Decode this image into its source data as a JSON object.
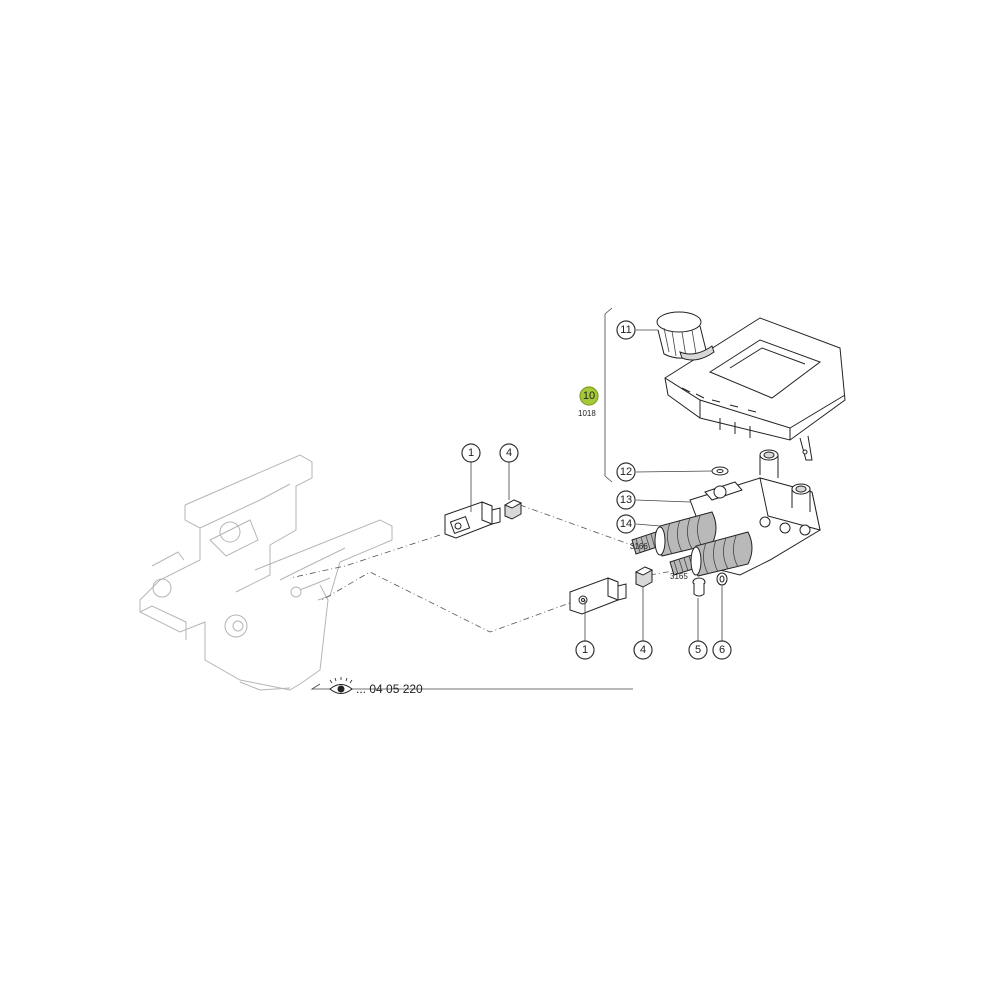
{
  "callouts": [
    {
      "id": "c1a",
      "number": "1"
    },
    {
      "id": "c4a",
      "number": "4"
    },
    {
      "id": "c1b",
      "number": "1"
    },
    {
      "id": "c4b",
      "number": "4"
    },
    {
      "id": "c5",
      "number": "5"
    },
    {
      "id": "c6",
      "number": "6"
    },
    {
      "id": "c10",
      "number": "10",
      "sub_label": "1018",
      "highlighted": true
    },
    {
      "id": "c11",
      "number": "11"
    },
    {
      "id": "c12",
      "number": "12"
    },
    {
      "id": "c13",
      "number": "13"
    },
    {
      "id": "c14",
      "number": "14"
    }
  ],
  "part_labels": {
    "spring_upper": "3166",
    "spring_lower": "3165"
  },
  "reference": {
    "icon": "eye-icon",
    "text": "... 04 05 220"
  },
  "colors": {
    "highlight": "#a6c93a",
    "line": "#222222",
    "ghost": "#b5b5b5"
  }
}
